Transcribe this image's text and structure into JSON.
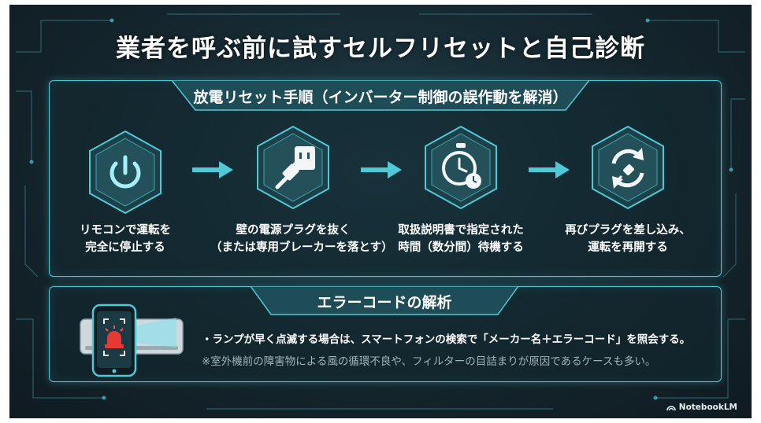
{
  "title": "業者を呼ぶ前に試すセルフリセットと自己診断",
  "reset_section": {
    "heading": "放電リセット手順（インバーター制御の誤作動を解消）",
    "steps": [
      {
        "icon": "power-icon",
        "line1": "リモコンで運転を",
        "line2": "完全に停止する"
      },
      {
        "icon": "plug-icon",
        "line1": "壁の電源プラグを抜く",
        "line2": "（または専用ブレーカーを落とす）"
      },
      {
        "icon": "stopwatch-icon",
        "line1": "取扱説明書で指定された",
        "line2": "時間（数分間）待機する"
      },
      {
        "icon": "refresh-plug-icon",
        "line1": "再びプラグを差し込み、",
        "line2": "運転を再開する"
      }
    ]
  },
  "error_section": {
    "heading": "エラーコードの解析",
    "bullet": "・ランプが早く点滅する場合は、スマートフォンの検索で「メーカー名＋エラーコード」を照会する。",
    "note": "※室外機前の障害物による風の循環不良や、フィルターの目詰まりが原因であるケースも多い。",
    "illustration_icon": "smartphone-scan-aircon-icon"
  },
  "branding": {
    "logo_text": "NotebookLM",
    "logo_icon": "notebooklm-logo-icon"
  },
  "colors": {
    "accent": "#4fc9d6",
    "background": "#15262e",
    "alert": "#e53935"
  }
}
